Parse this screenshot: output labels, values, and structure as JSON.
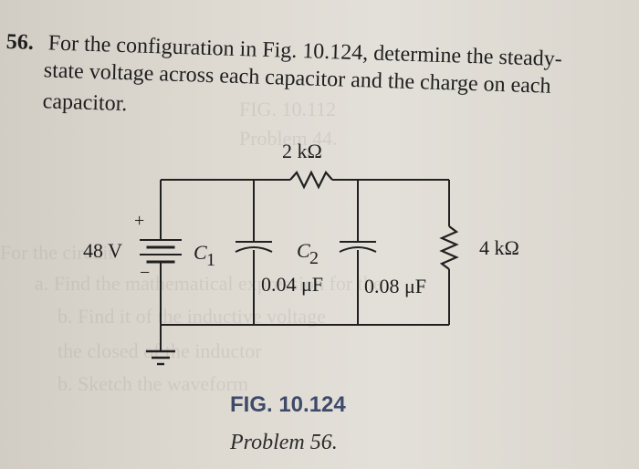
{
  "problem": {
    "number": "56.",
    "line1": "For the configuration in Fig. 10.124, determine the steady-",
    "line2": "state voltage across each capacitor and the charge on each",
    "line3": "capacitor."
  },
  "circuit": {
    "resistor_top": "2 kΩ",
    "source": "48 V",
    "plus": "+",
    "minus": "−",
    "c1": "C",
    "c1_sub": "1",
    "c2": "C",
    "c2_sub": "2",
    "c1_value": "0.04 μF",
    "c2_value": "0.08 μF",
    "resistor_right": "4 kΩ"
  },
  "caption": {
    "title": "FIG. 10.124",
    "subtitle": "Problem 56."
  },
  "ghosts": [
    "FIG. 10.112",
    "Problem 44.",
    "For the circuit",
    "a. Find the mathematical expression for the",
    "b. Find it of the inductive voltage",
    "the closed of the inductor",
    "b. Sketch the waveform"
  ]
}
